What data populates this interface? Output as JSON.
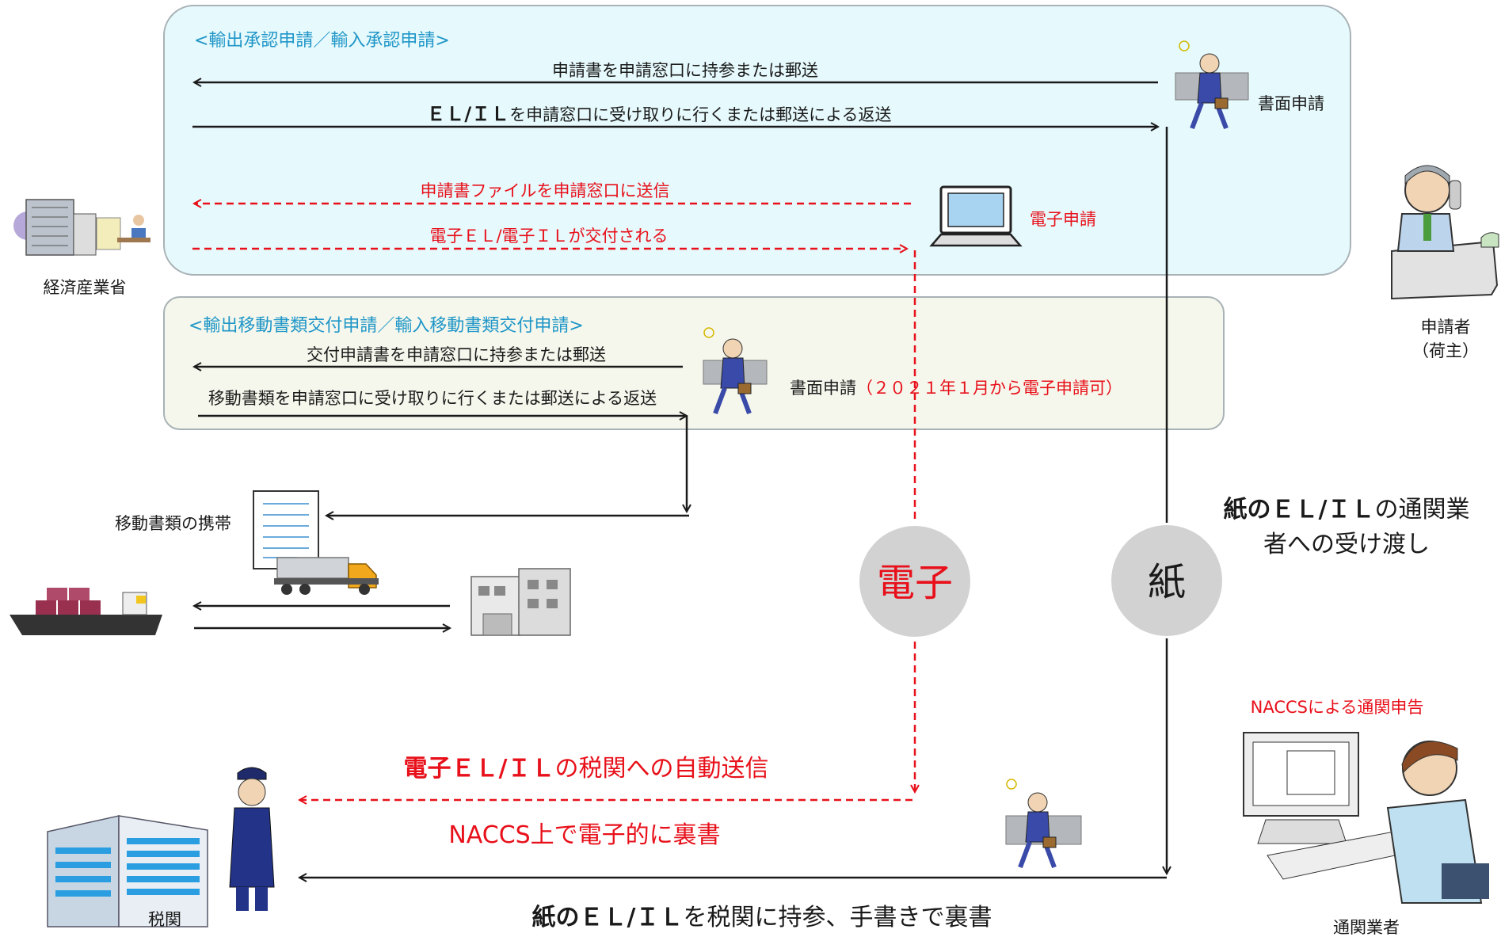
{
  "section1": {
    "title": "<輸出承認申請／輸入承認申請>",
    "arrow_send_paper": "申請書を申請窓口に持参または郵送",
    "arrow_return_paper_bold": "ＥＬ/ＩＬ",
    "arrow_return_paper_rest": "を申請窓口に受け取りに行くまたは郵送による返送",
    "paper_label": "書面申請",
    "arrow_send_file": "申請書ファイルを申請窓口に送信",
    "arrow_issue_electronic": "電子ＥＬ/電子ＩＬが交付される",
    "electronic_label": "電子申請"
  },
  "section2": {
    "title": "<輸出移動書類交付申請／輸入移動書類交付申請>",
    "arrow_send": "交付申請書を申請窓口に持参または郵送",
    "arrow_return": "移動書類を申請窓口に受け取りに行くまたは郵送による返送",
    "paper_label": "書面申請",
    "paper_note": "（２０２１年１月から電子申請可）"
  },
  "actors": {
    "meti": "経済産業省",
    "applicant_line1": "申請者",
    "applicant_line2": "（荷主）",
    "customs": "税関",
    "broker": "通関業者",
    "broker_note": "NACCSによる通関申告"
  },
  "flow": {
    "carry_docs": "移動書類の携帯",
    "circle_electronic": "電子",
    "circle_paper": "紙",
    "handover_line1_bold": "紙のＥＬ/ＩＬ",
    "handover_line1_rest": "の通関業",
    "handover_line2": "者への受け渡し",
    "auto_send_bold": "電子ＥＬ/ＩＬ",
    "auto_send_rest": "の税関への自動送信",
    "naccs_endorse": "NACCS上で電子的に裏書",
    "paper_to_customs_bold": "紙のＥＬ/ＩＬ",
    "paper_to_customs_rest": "を税関に持参、手書きで裏書"
  },
  "colors": {
    "section1_fill": "#e6f9fc",
    "section2_fill": "#f5f7ec",
    "electronic_red": "#e8101a",
    "title_blue": "#1f96c8",
    "circle_gray": "#d2d2d2"
  }
}
